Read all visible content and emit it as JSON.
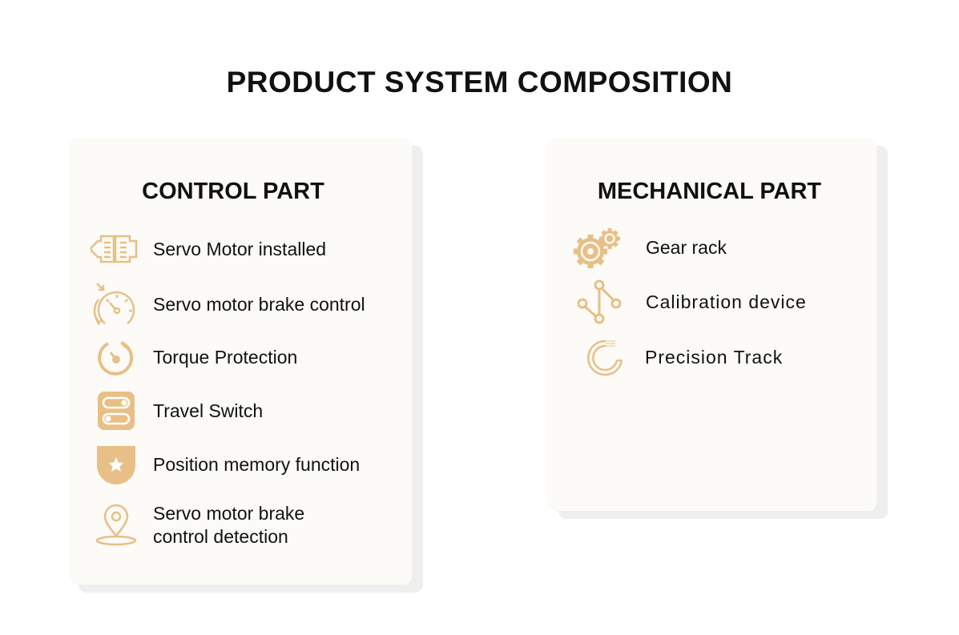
{
  "title": "PRODUCT SYSTEM COMPOSITION",
  "accent_color": "#e8bf86",
  "control": {
    "heading": "CONTROL PART",
    "items": [
      {
        "label": "Servo Motor installed",
        "icon": "motor-icon"
      },
      {
        "label": "Servo motor brake control",
        "icon": "speedometer-icon"
      },
      {
        "label": "Torque Protection",
        "icon": "gauge-icon"
      },
      {
        "label": "Travel Switch",
        "icon": "toggle-switch-icon"
      },
      {
        "label": "Position memory function",
        "icon": "star-shield-icon"
      },
      {
        "label": "Servo motor brake",
        "label2": "control detection",
        "icon": "location-pin-icon"
      }
    ]
  },
  "mechanical": {
    "heading": "MECHANICAL PART",
    "items": [
      {
        "label": "Gear rack",
        "icon": "gears-icon"
      },
      {
        "label": "Calibration device",
        "icon": "nodes-icon"
      },
      {
        "label": "Precision Track",
        "icon": "track-icon"
      }
    ]
  }
}
